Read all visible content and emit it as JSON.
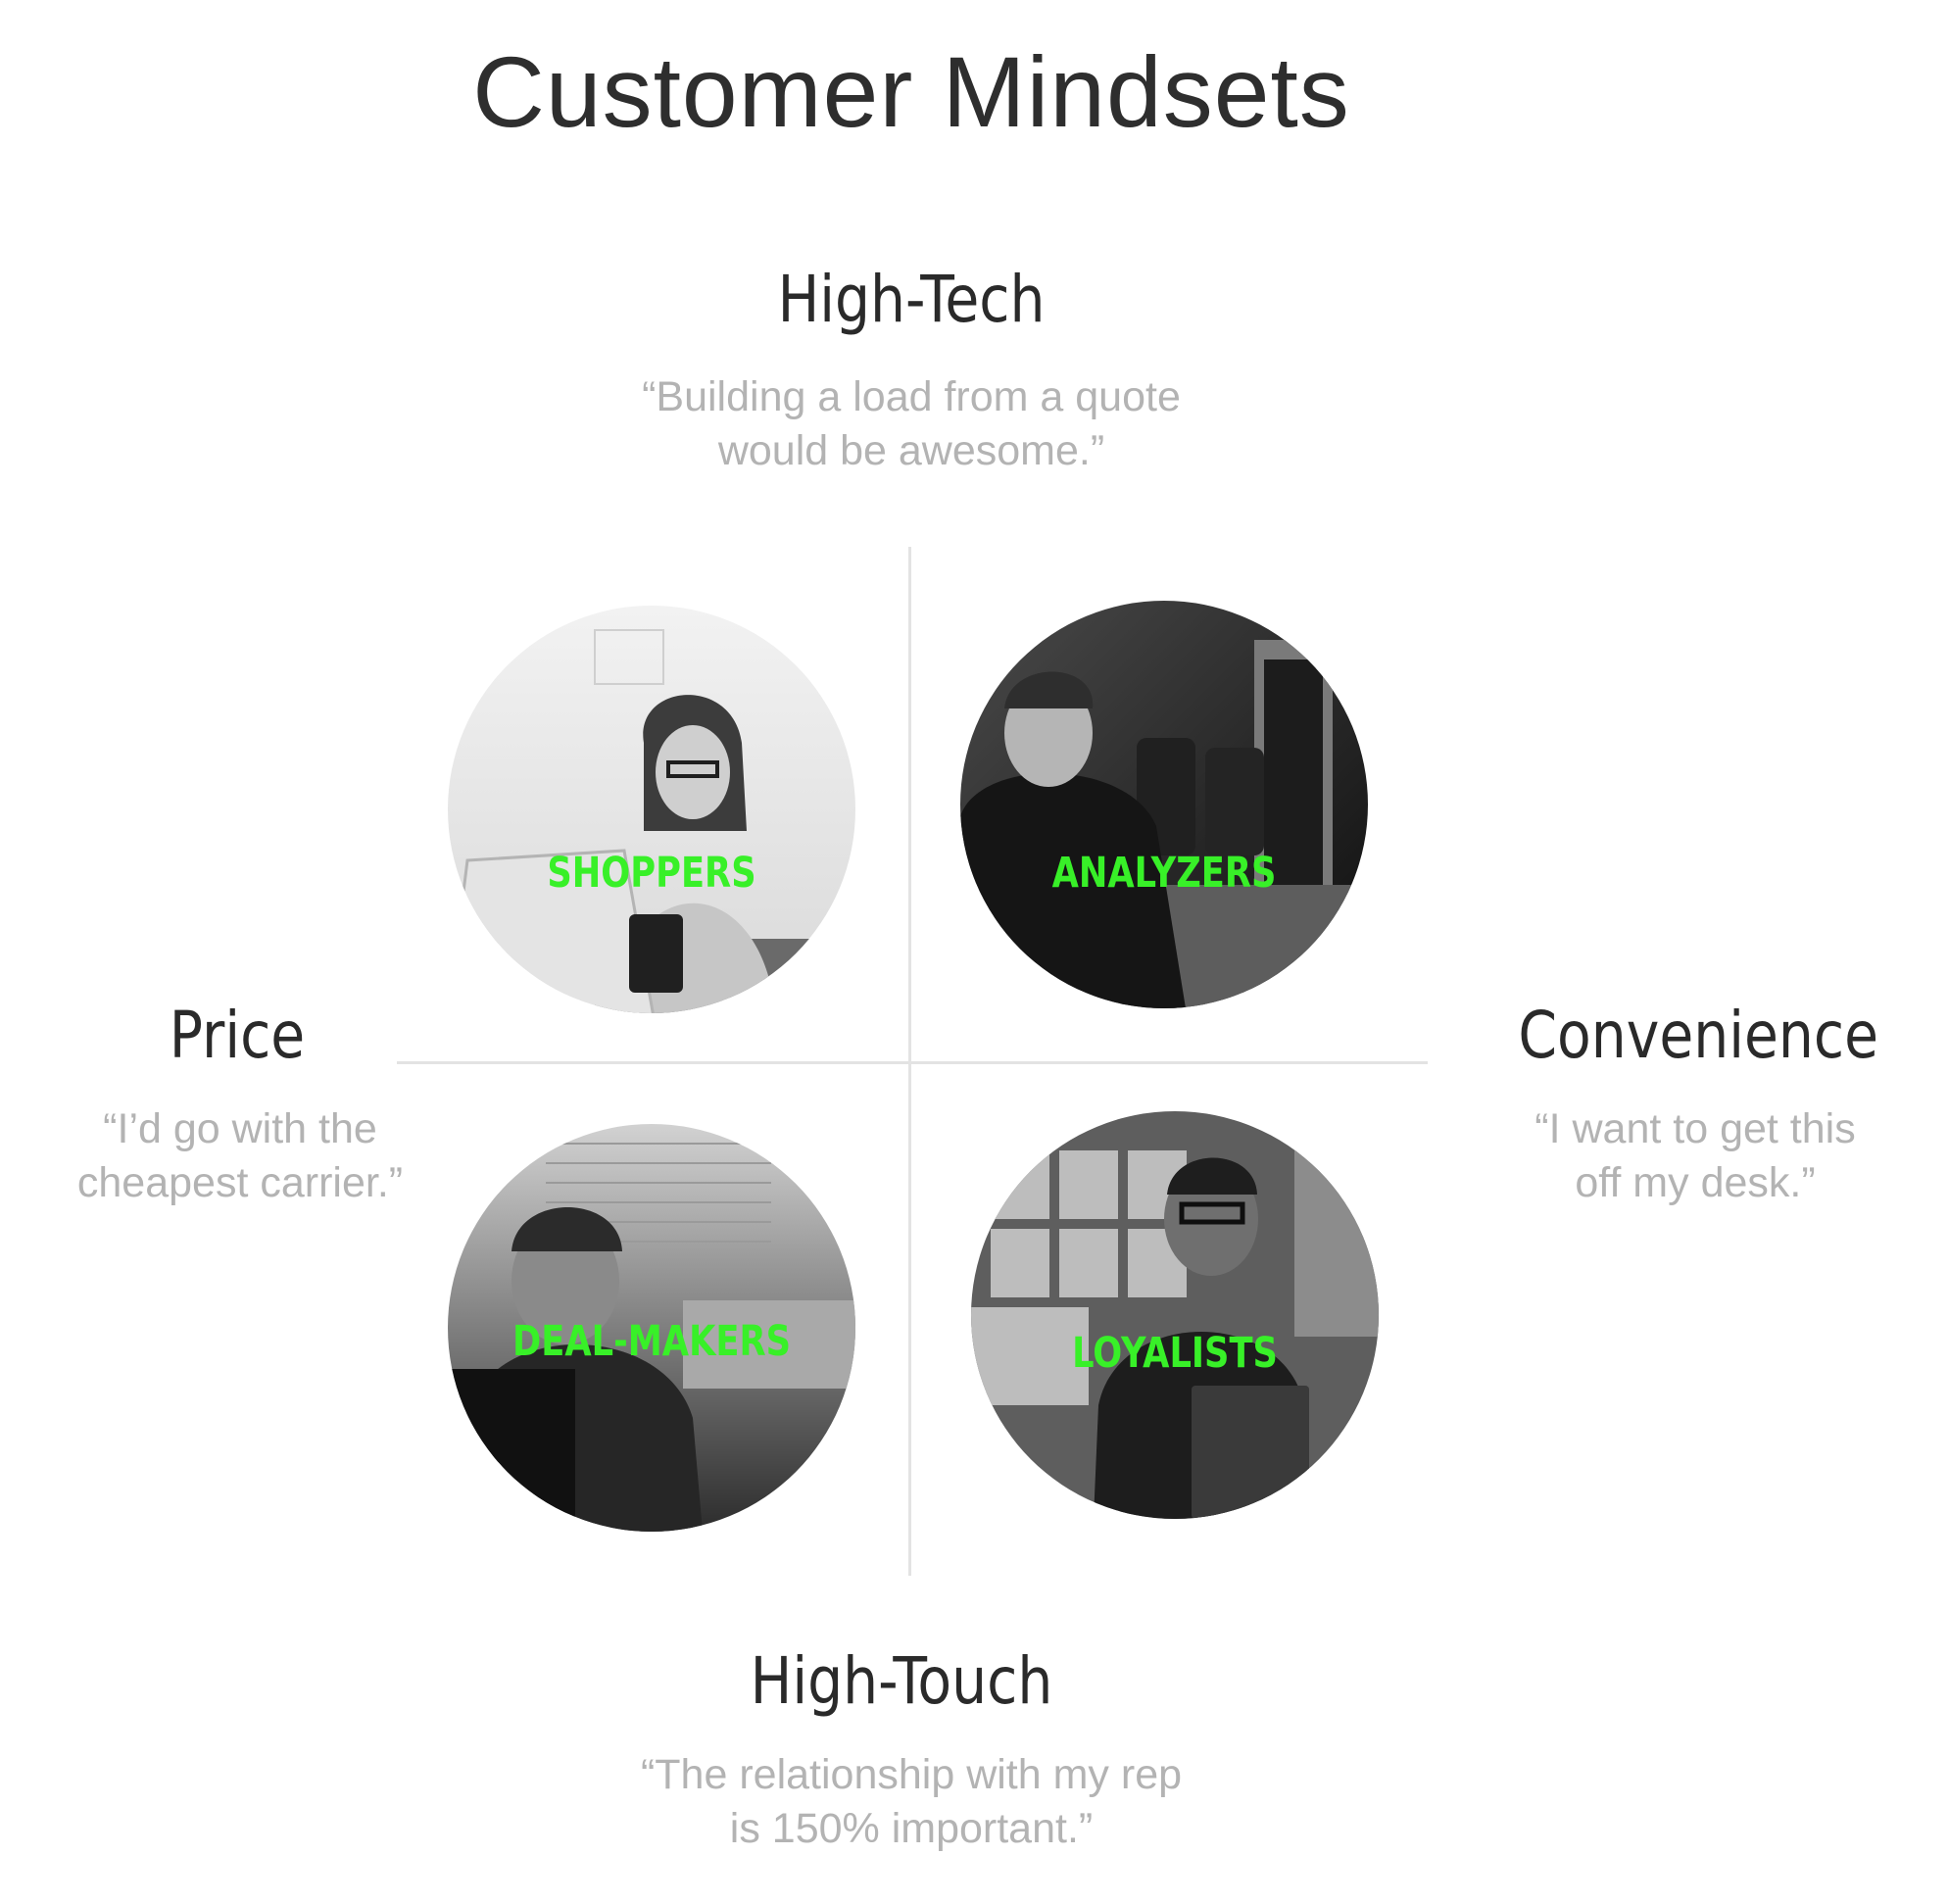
{
  "title": "Customer Mindsets",
  "axes": {
    "top": {
      "label": "High-Tech",
      "quote": "“Building a load from a quote\nwould be awesome.”"
    },
    "bottom": {
      "label": "High-Touch",
      "quote": "“The relationship with my rep\nis 150% important.”"
    },
    "left": {
      "label": "Price",
      "quote": "“I’d go with the\ncheapest carrier.”"
    },
    "right": {
      "label": "Convenience",
      "quote": "“I want to get this\noff my desk.”"
    }
  },
  "segments": [
    {
      "label": "SHOPPERS",
      "quadrant": "top-left",
      "photo": "woman-at-laptop-photo"
    },
    {
      "label": "ANALYZERS",
      "quadrant": "top-right",
      "photo": "man-in-office-photo"
    },
    {
      "label": "DEAL-MAKERS",
      "quadrant": "bottom-left",
      "photo": "man-on-phone-photo"
    },
    {
      "label": "LOYALISTS",
      "quadrant": "bottom-right",
      "photo": "man-with-clipboard-photo"
    }
  ],
  "colors": {
    "segment_label": "#38f028",
    "axis_line": "#e3e3e3",
    "quote_text": "#b3b3b3",
    "heading_text": "#2a2a2a"
  }
}
